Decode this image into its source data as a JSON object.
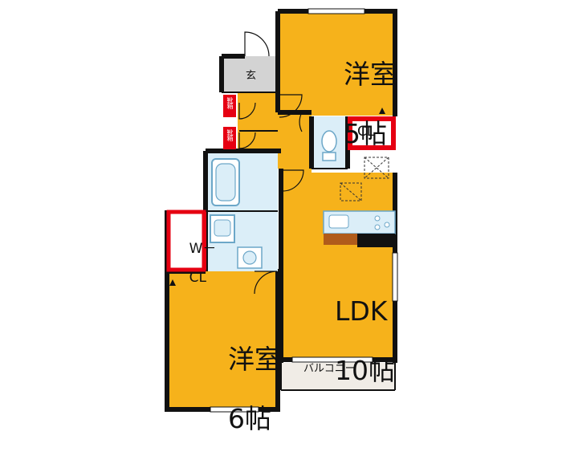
{
  "floorplan": {
    "rooms": {
      "bedroom_north": {
        "label_line1": "洋室",
        "label_line2": "5帖"
      },
      "bedroom_south": {
        "label_line1": "洋室",
        "label_line2": "6帖"
      },
      "ldk": {
        "label_line1": "LDK",
        "label_line2": "10帖"
      },
      "entrance": {
        "label": "玄"
      },
      "closet": {
        "label": "CL"
      },
      "walk_in_closet": {
        "label_line1": "W－",
        "label_line2": "CL"
      },
      "balcony": {
        "label": "バルコニー"
      },
      "shoe_storage_1": {
        "label": "靴箱"
      },
      "shoe_storage_2": {
        "label": "靴箱"
      }
    },
    "colors": {
      "room_fill": "#f6b21b",
      "wall": "#111111",
      "wet_area": "#dbeef8",
      "storage_red": "#e60012",
      "hall_gray": "#d3d3d3",
      "balcony_fill": "#f0ece6",
      "counter_brown": "#b05b1b"
    }
  }
}
